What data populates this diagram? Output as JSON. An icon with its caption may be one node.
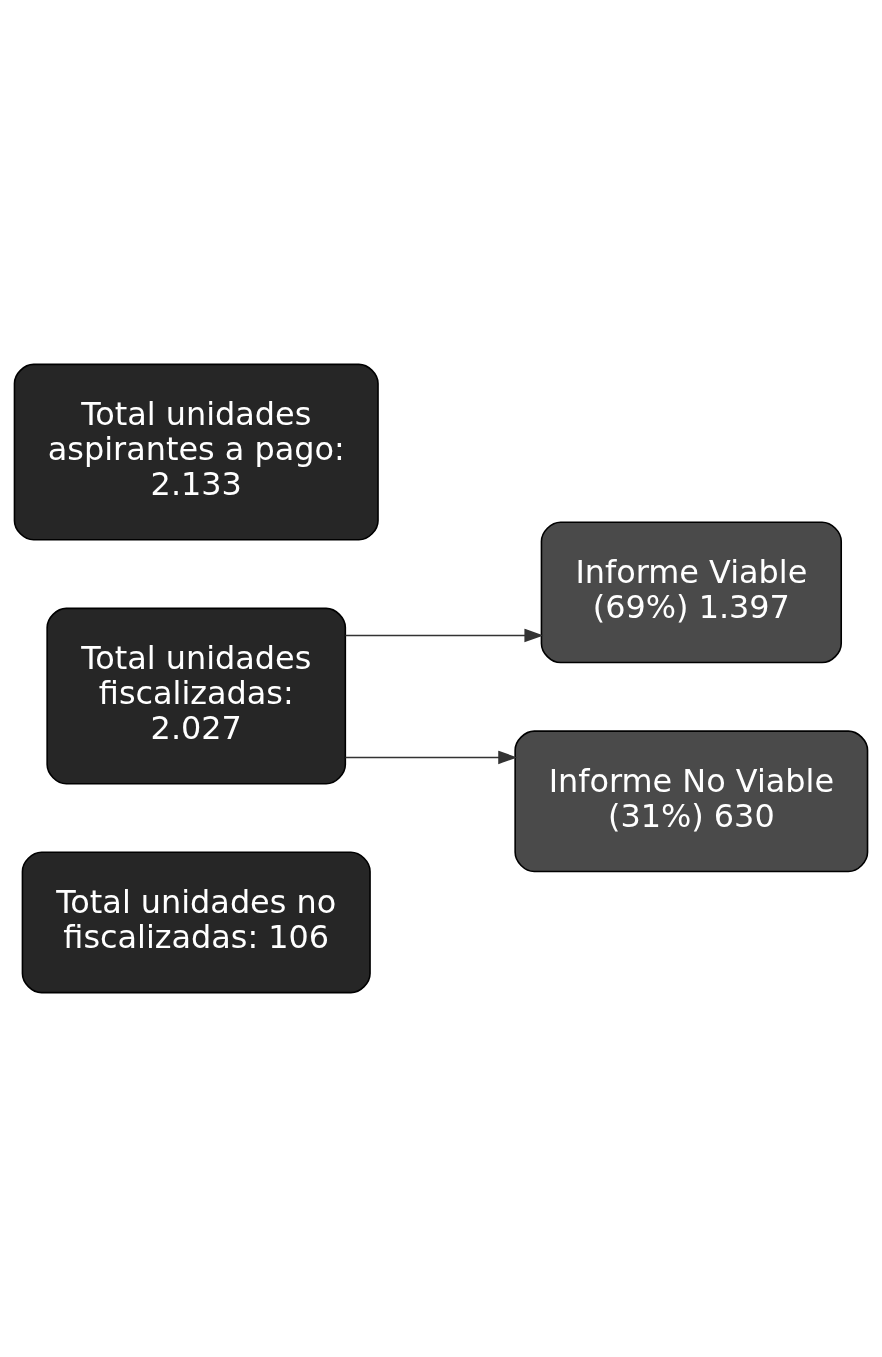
{
  "diagram": {
    "nodes": [
      {
        "text": [
          "Total unidades aspirantes a pago: 2.133"
        ]
      },
      {
        "text": [
          "Total unidades fiscalizadas: 2.027"
        ]
      },
      {
        "text": [
          "Total unidades no fiscalizadas: 106"
        ]
      },
      {
        "text": [
          "Informe Viable (69%) 1.397"
        ]
      },
      {
        "text": [
          "Informe No Viable (31%) 630"
        ]
      }
    ],
    "edges": [
      {
        "from": 1,
        "to": 3,
        "arrow": "to"
      },
      {
        "from": 1,
        "to": 4,
        "arrow": "to"
      }
    ]
  }
}
